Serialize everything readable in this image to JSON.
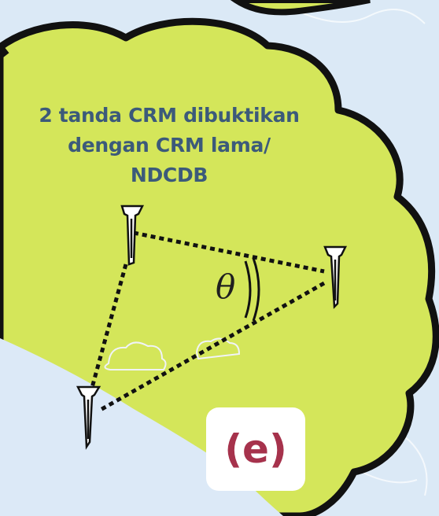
{
  "caption": {
    "line1": "2 tanda CRM dibuktikan",
    "line2": "dengan CRM lama/",
    "line3": "NDCDB"
  },
  "angle_symbol": "θ",
  "figure_label": "(e)",
  "colors": {
    "background": "#dbe9f6",
    "cloud_fill": "#d4e65a",
    "caption_text": "#3c5a7a",
    "label_text": "#a6324c",
    "outline": "#111111"
  },
  "icons": [
    "survey-peg-icon",
    "cloud-doodle-icon"
  ]
}
